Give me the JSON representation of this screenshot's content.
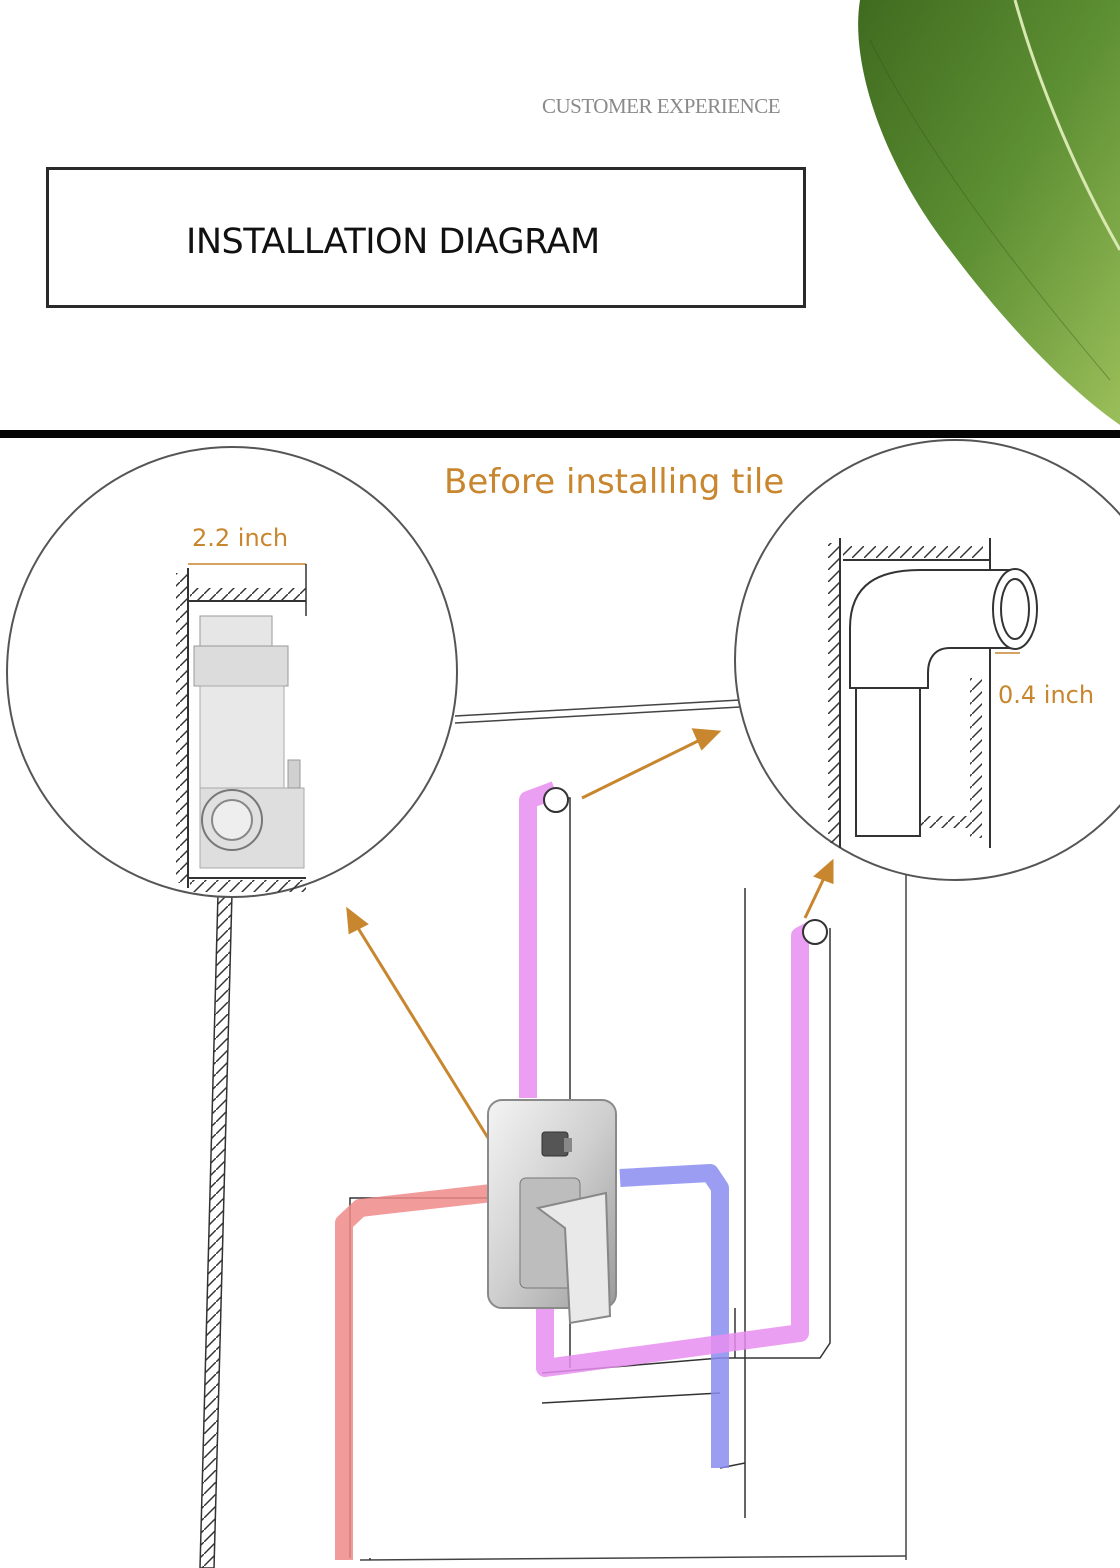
{
  "header": {
    "subtitle": "CUSTOMER EXPERIENCE",
    "title": "INSTALLATION DIAGRAM"
  },
  "diagram": {
    "caption": "Before installing tile",
    "left_detail_label": "2.2 inch",
    "right_detail_label": "0.4 inch"
  },
  "colors": {
    "accent_orange": "#c8862e",
    "hot_pipe": "#f08a8a",
    "cold_pipe": "#8a8cf0",
    "outlet_pipe": "#e88ef0",
    "leaf_green": "#4f7f2a"
  }
}
